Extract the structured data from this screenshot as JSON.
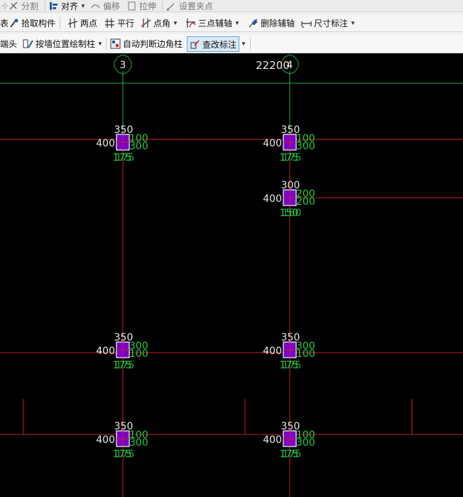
{
  "toolbar_row0": {
    "partial_first": "",
    "split": "分割",
    "align": "对齐",
    "offset": "偏移",
    "stretch": "拉伸",
    "set_grip": "设置夹点"
  },
  "toolbar_row1": {
    "partial_first": "表",
    "pick_component": "拾取构件",
    "two_points": "两点",
    "parallel": "平行",
    "point_angle": "点角",
    "three_point_axis": "三点辅轴",
    "delete_axis": "删除辅轴",
    "dimension": "尺寸标注"
  },
  "toolbar_row2": {
    "partial_first": "端头",
    "draw_by_wall": "按墙位置绘制柱",
    "auto_corner_column": "自动判断边角柱",
    "edit_annotation": "查改标注"
  },
  "canvas": {
    "axis_labels": [
      "3",
      "4"
    ],
    "dimension_top": "22200",
    "columns": [
      {
        "top": "350",
        "left": "400",
        "right_a": "100",
        "right_b": "300",
        "bottom_a": "175",
        "bottom_b": "175"
      },
      {
        "top": "350",
        "left": "400",
        "right_a": "100",
        "right_b": "300",
        "bottom_a": "175",
        "bottom_b": "175"
      },
      {
        "top": "300",
        "left": "400",
        "right_a": "200",
        "right_b": "200",
        "bottom_a": "150",
        "bottom_b": "150"
      },
      {
        "top": "350",
        "left": "400",
        "right_a": "300",
        "right_b": "100",
        "bottom_a": "175",
        "bottom_b": "175"
      },
      {
        "top": "350",
        "left": "400",
        "right_a": "300",
        "right_b": "100",
        "bottom_a": "175",
        "bottom_b": "175"
      },
      {
        "top": "350",
        "left": "400",
        "right_a": "100",
        "right_b": "300",
        "bottom_a": "175",
        "bottom_b": "175"
      },
      {
        "top": "350",
        "left": "400",
        "right_a": "100",
        "right_b": "300",
        "bottom_a": "175",
        "bottom_b": "175"
      }
    ]
  },
  "colors": {
    "background": "#000000",
    "axis_line": "#cc2222",
    "grid_line": "#22aa44",
    "column_fill": "#7b00cc",
    "annotation_green": "#22cc44",
    "annotation_white": "#e8e8e8"
  }
}
